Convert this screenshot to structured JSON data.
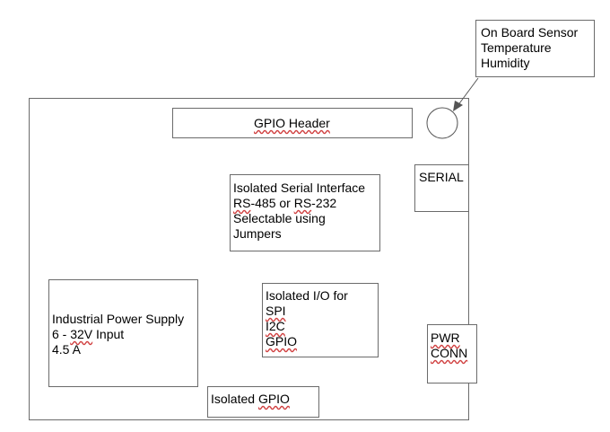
{
  "board": {
    "gpio_header": "GPIO Header",
    "sensor_callout": [
      "On Board Sensor",
      "Temperature",
      "Humidity"
    ],
    "serial": "SERIAL",
    "serial_interface": [
      "Isolated Serial Interface",
      "RS-485 or RS-232",
      "Selectable using",
      "Jumpers"
    ],
    "isolated_io": [
      "Isolated I/O for",
      "SPI",
      "I2C",
      "GPIO"
    ],
    "power_supply": [
      "Industrial Power Supply",
      "6 - 32V Input",
      "4.5 A"
    ],
    "pwr_conn": [
      "PWR",
      "CONN"
    ],
    "isolated_gpio": "Isolated GPIO"
  }
}
